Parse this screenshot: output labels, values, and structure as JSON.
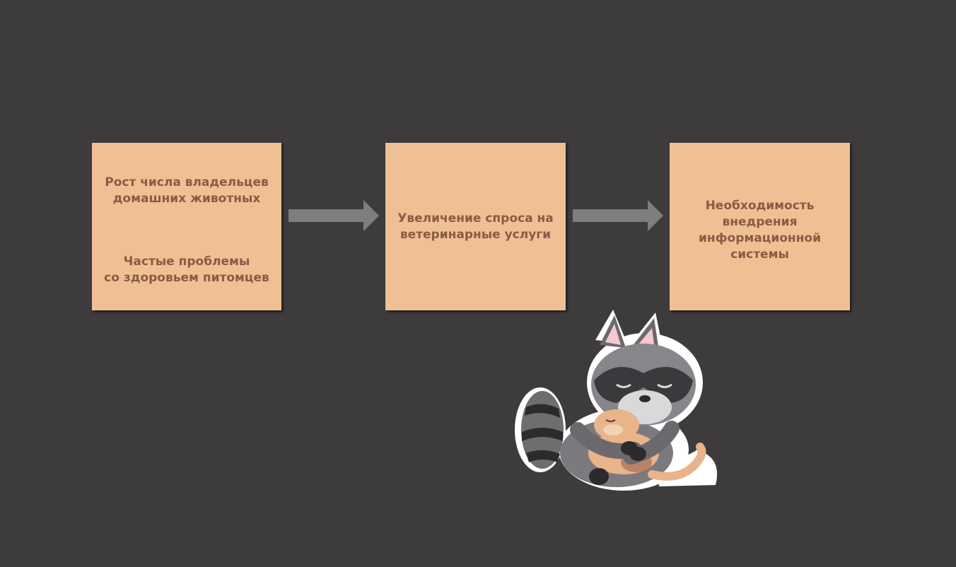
{
  "diagram": {
    "cause_box": {
      "line1": "Рост числа владельцев\nдомашних животных",
      "line2": "Частые проблемы\n со здоровьем питомцев"
    },
    "demand_box": {
      "text": "Увеличение спроса на\nветеринарные услуги"
    },
    "need_box": {
      "text": "Необходимость\nвнедрения\nинформационной\nсистемы"
    },
    "arrow_color": "#807d7d",
    "box_color": "#efc093",
    "text_color": "#8a5b45"
  },
  "illustration": {
    "icon": "raccoon-hugging-ferret"
  }
}
